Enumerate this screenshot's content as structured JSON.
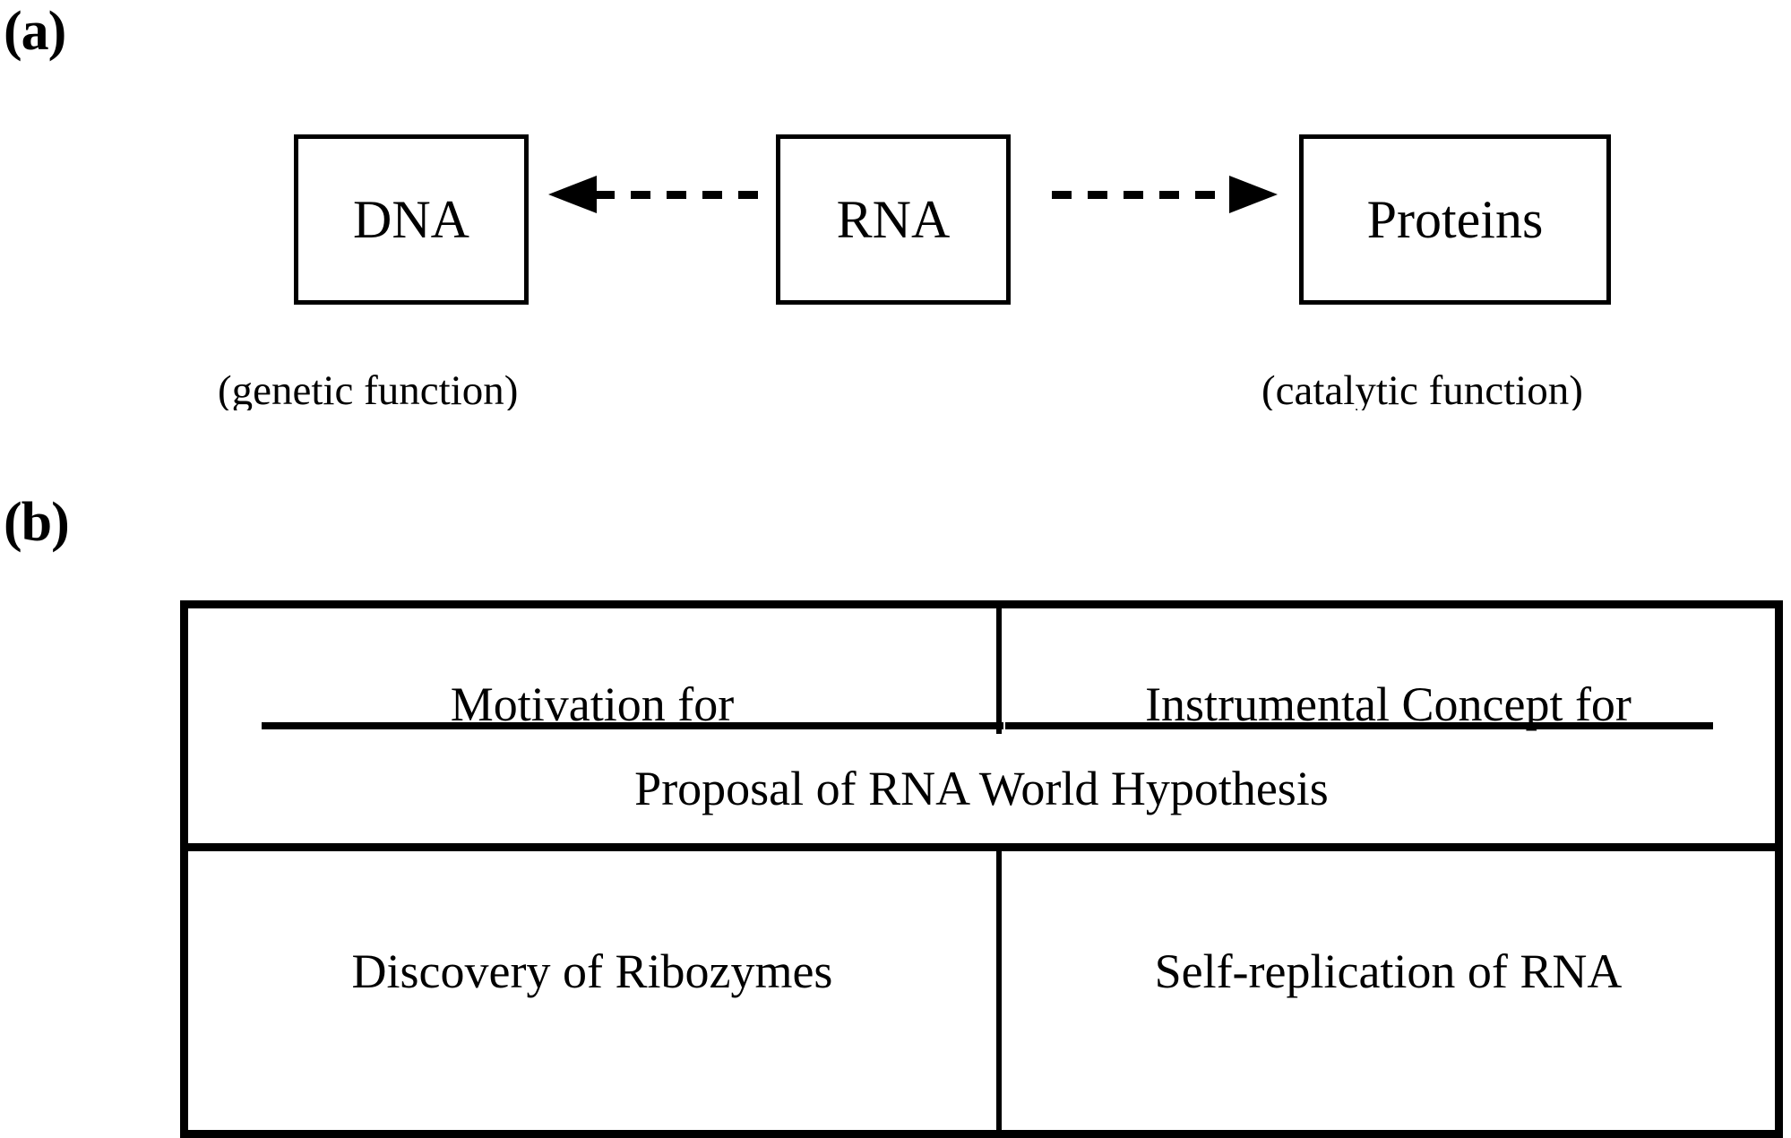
{
  "figure": {
    "background_color": "#ffffff",
    "ink_color": "#000000"
  },
  "panel_a": {
    "label": "(a)",
    "nodes": [
      {
        "id": "dna",
        "label": "DNA"
      },
      {
        "id": "rna",
        "label": "RNA"
      },
      {
        "id": "proteins",
        "label": "Proteins"
      }
    ],
    "arrows": [
      {
        "id": "rna-to-dna",
        "from": "RNA",
        "to": "DNA",
        "style": "dashed",
        "direction": "left"
      },
      {
        "id": "rna-to-proteins",
        "from": "RNA",
        "to": "Proteins",
        "style": "dashed",
        "direction": "right"
      }
    ],
    "captions": {
      "left": "(genetic function)",
      "right": "(catalytic function)"
    }
  },
  "panel_b": {
    "label": "(b)",
    "table": {
      "headers": [
        "Motivation for",
        "Instrumental Concept for"
      ],
      "spanning_row": "Proposal of RNA World Hypothesis",
      "body_row": [
        "Discovery of Ribozymes",
        "Self-replication of RNA"
      ]
    }
  }
}
